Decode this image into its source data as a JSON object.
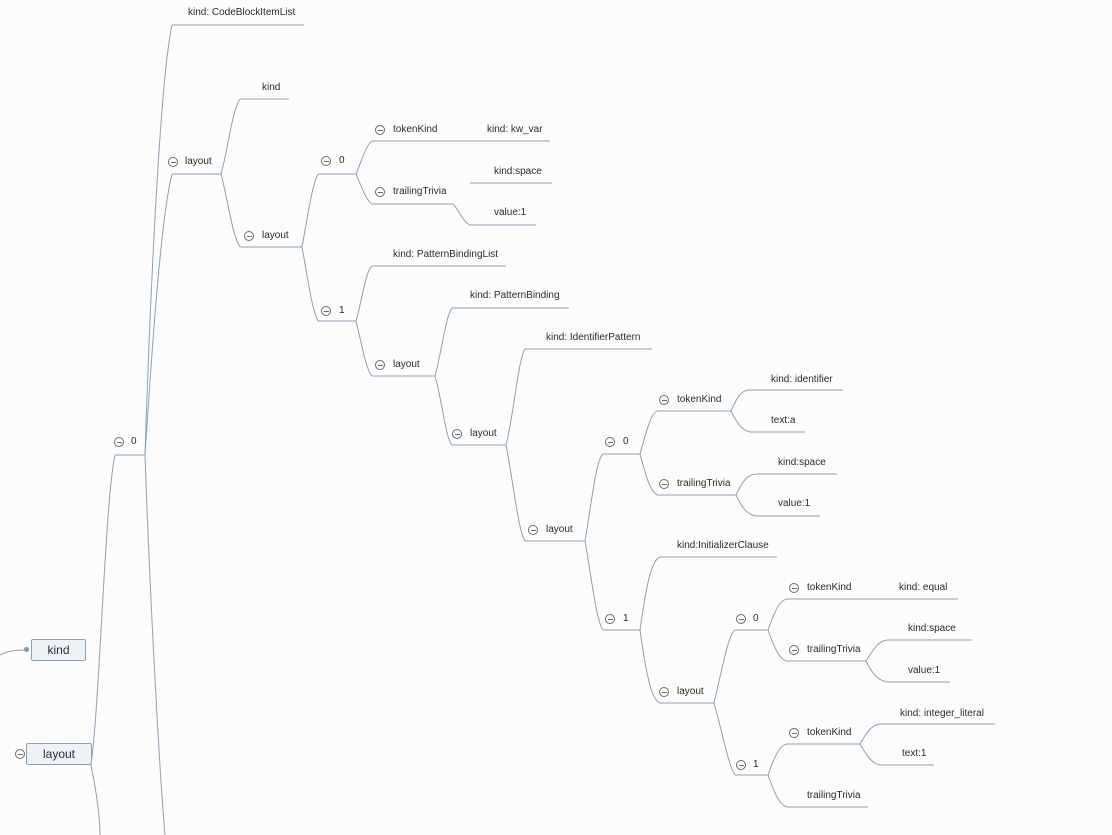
{
  "mindmap": {
    "root_items": {
      "kind": "kind",
      "layout": "layout"
    },
    "nodes": {
      "n_cbil": "kind: CodeBlockItemList",
      "n_0": "0",
      "n_layout_a": "layout",
      "n_kind_a": "kind",
      "n_layout_b": "layout",
      "n_0b": "0",
      "n_tokenkind_a": "tokenKind",
      "n_kwvar": "kind: kw_var",
      "n_trailing_a": "trailingTrivia",
      "n_kindspace_a": "kind:space",
      "n_value1_a": "value:1",
      "n_1b": "1",
      "n_pbl": "kind: PatternBindingList",
      "n_layout_c": "layout",
      "n_pb": "kind: PatternBinding",
      "n_layout_d": "layout",
      "n_ip": "kind: IdentifierPattern",
      "n_layout_e": "layout",
      "n_0e": "0",
      "n_tokenkind_b": "tokenKind",
      "n_ident": "kind: identifier",
      "n_texta": "text:a",
      "n_trailing_b": "trailingTrivia",
      "n_kindspace_b": "kind:space",
      "n_value1_b": "value:1",
      "n_1e": "1",
      "n_ic": "kind:InitializerClause",
      "n_layout_f": "layout",
      "n_0f": "0",
      "n_tokenkind_c": "tokenKind",
      "n_equal": "kind: equal",
      "n_trailing_c": "trailingTrivia",
      "n_kindspace_c": "kind:space",
      "n_value1_c": "value:1",
      "n_1f": "1",
      "n_tokenkind_d": "tokenKind",
      "n_intlit": "kind: integer_literal",
      "n_text1": "text:1",
      "n_trailing_d": "trailingTrivia"
    }
  }
}
